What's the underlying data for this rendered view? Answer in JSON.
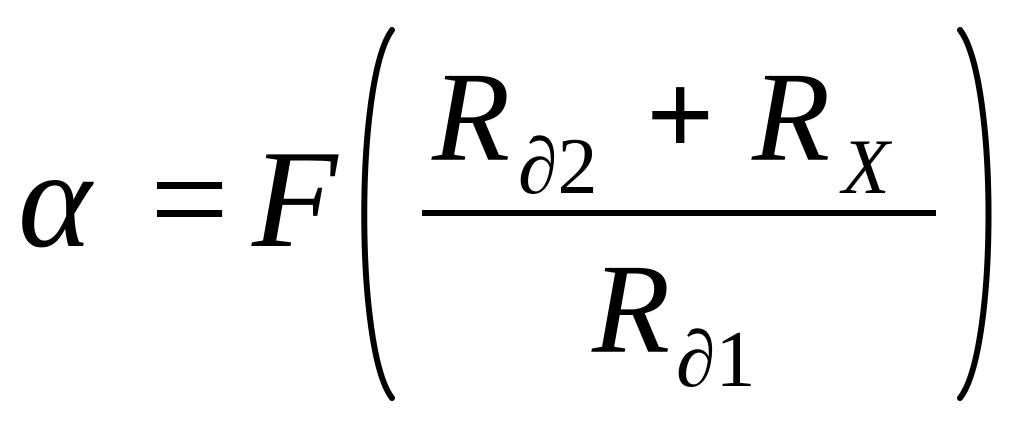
{
  "formula": {
    "lhs": "α",
    "equals": "=",
    "func": "F",
    "numerator": {
      "term1": {
        "base": "R",
        "sub": "∂2"
      },
      "plus": "+",
      "term2": {
        "base": "R",
        "sub": "X"
      }
    },
    "denominator": {
      "base": "R",
      "sub": "∂1"
    }
  },
  "colors": {
    "ink": "#000000",
    "background": "#ffffff"
  }
}
